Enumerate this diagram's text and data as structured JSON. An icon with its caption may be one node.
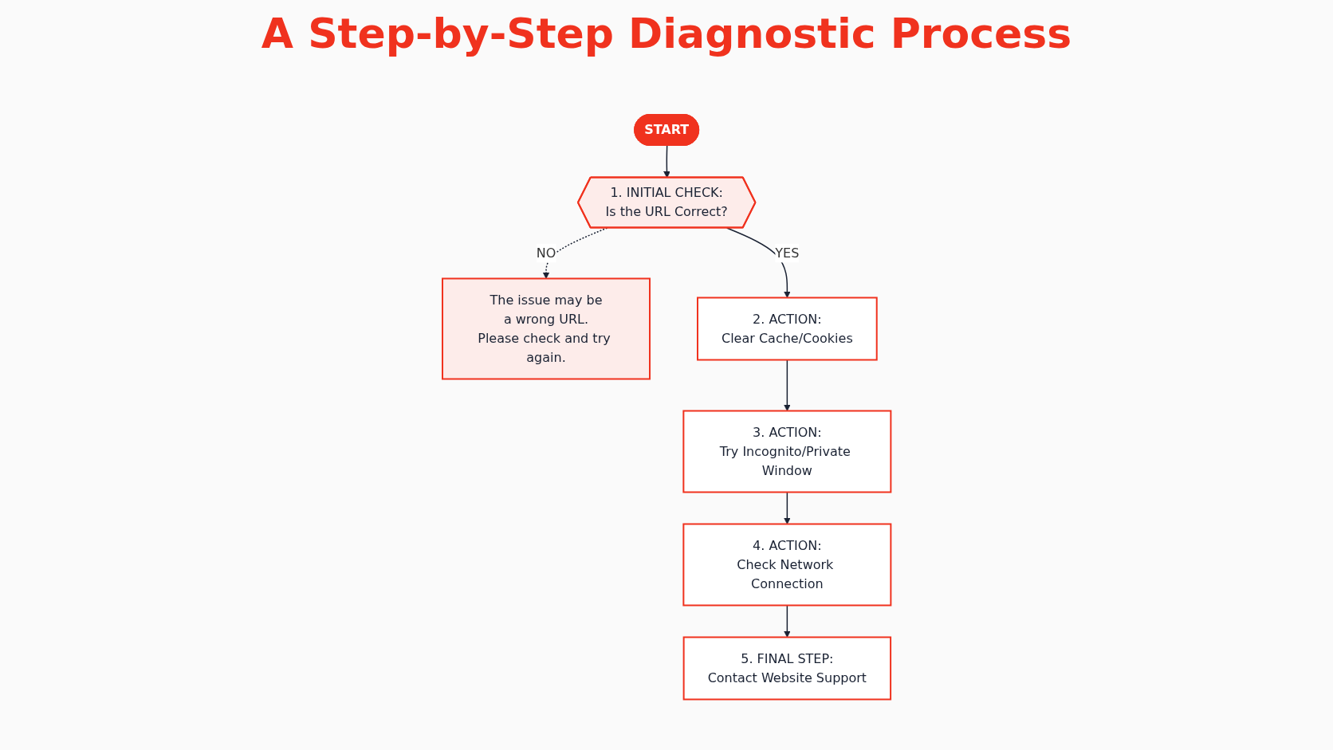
{
  "diagram": {
    "title": "A Step-by-Step Diagnostic Process",
    "nodes": [
      {
        "text": [
          "START"
        ]
      },
      {
        "text": [
          "1. INITIAL CHECK:",
          "Is the URL Correct?"
        ]
      },
      {
        "text": [
          "The issue may be",
          "a wrong URL.",
          "Please check and try again."
        ]
      },
      {
        "text": [
          "2. ACTION:",
          "Clear Cache/Cookies"
        ]
      },
      {
        "text": [
          "3. ACTION:",
          "Try Incognito/Private Window"
        ]
      },
      {
        "text": [
          "4. ACTION:",
          "Check Network Connection"
        ]
      },
      {
        "text": [
          "5. FINAL STEP:",
          "Contact Website Support"
        ]
      }
    ],
    "edges": [
      {
        "from": 0,
        "to": 1,
        "arrow": "to"
      },
      {
        "from": 1,
        "to": 2,
        "arrow": "to",
        "label": "NO",
        "style": "dashed"
      },
      {
        "from": 1,
        "to": 3,
        "arrow": "to",
        "label": "YES"
      },
      {
        "from": 3,
        "to": 4,
        "arrow": "to"
      },
      {
        "from": 4,
        "to": 5,
        "arrow": "to"
      },
      {
        "from": 5,
        "to": 6,
        "arrow": "to"
      }
    ]
  }
}
